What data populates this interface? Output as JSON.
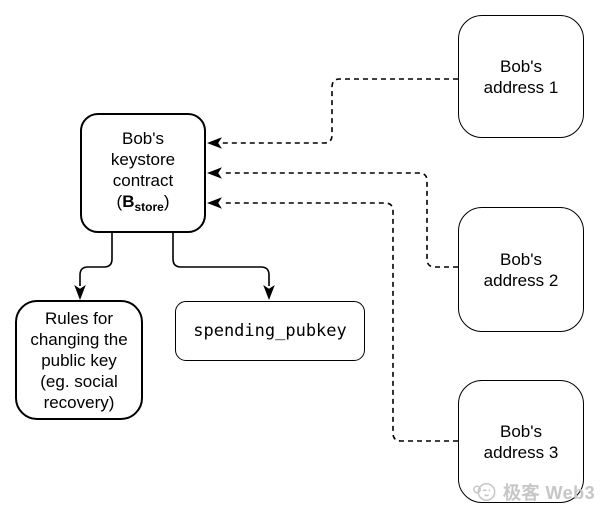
{
  "diagram": {
    "keystore": {
      "lines": [
        "Bob's",
        "keystore",
        "contract"
      ],
      "formula": {
        "open": "(",
        "b": "B",
        "sub": "store",
        "close": ")"
      }
    },
    "addresses": [
      {
        "lines": [
          "Bob's",
          "address 1"
        ]
      },
      {
        "lines": [
          "Bob's",
          "address 2"
        ]
      },
      {
        "lines": [
          "Bob's",
          "address 3"
        ]
      }
    ],
    "rules": {
      "lines": [
        "Rules for",
        "changing the",
        "public key",
        "(eg. social",
        "recovery)"
      ]
    },
    "spending": {
      "label": "spending_pubkey"
    },
    "colors": {
      "ink": "#000000",
      "background": "#ffffff",
      "watermark": "#c6c6c6"
    }
  },
  "watermark": {
    "brand": "极客 Web3"
  }
}
